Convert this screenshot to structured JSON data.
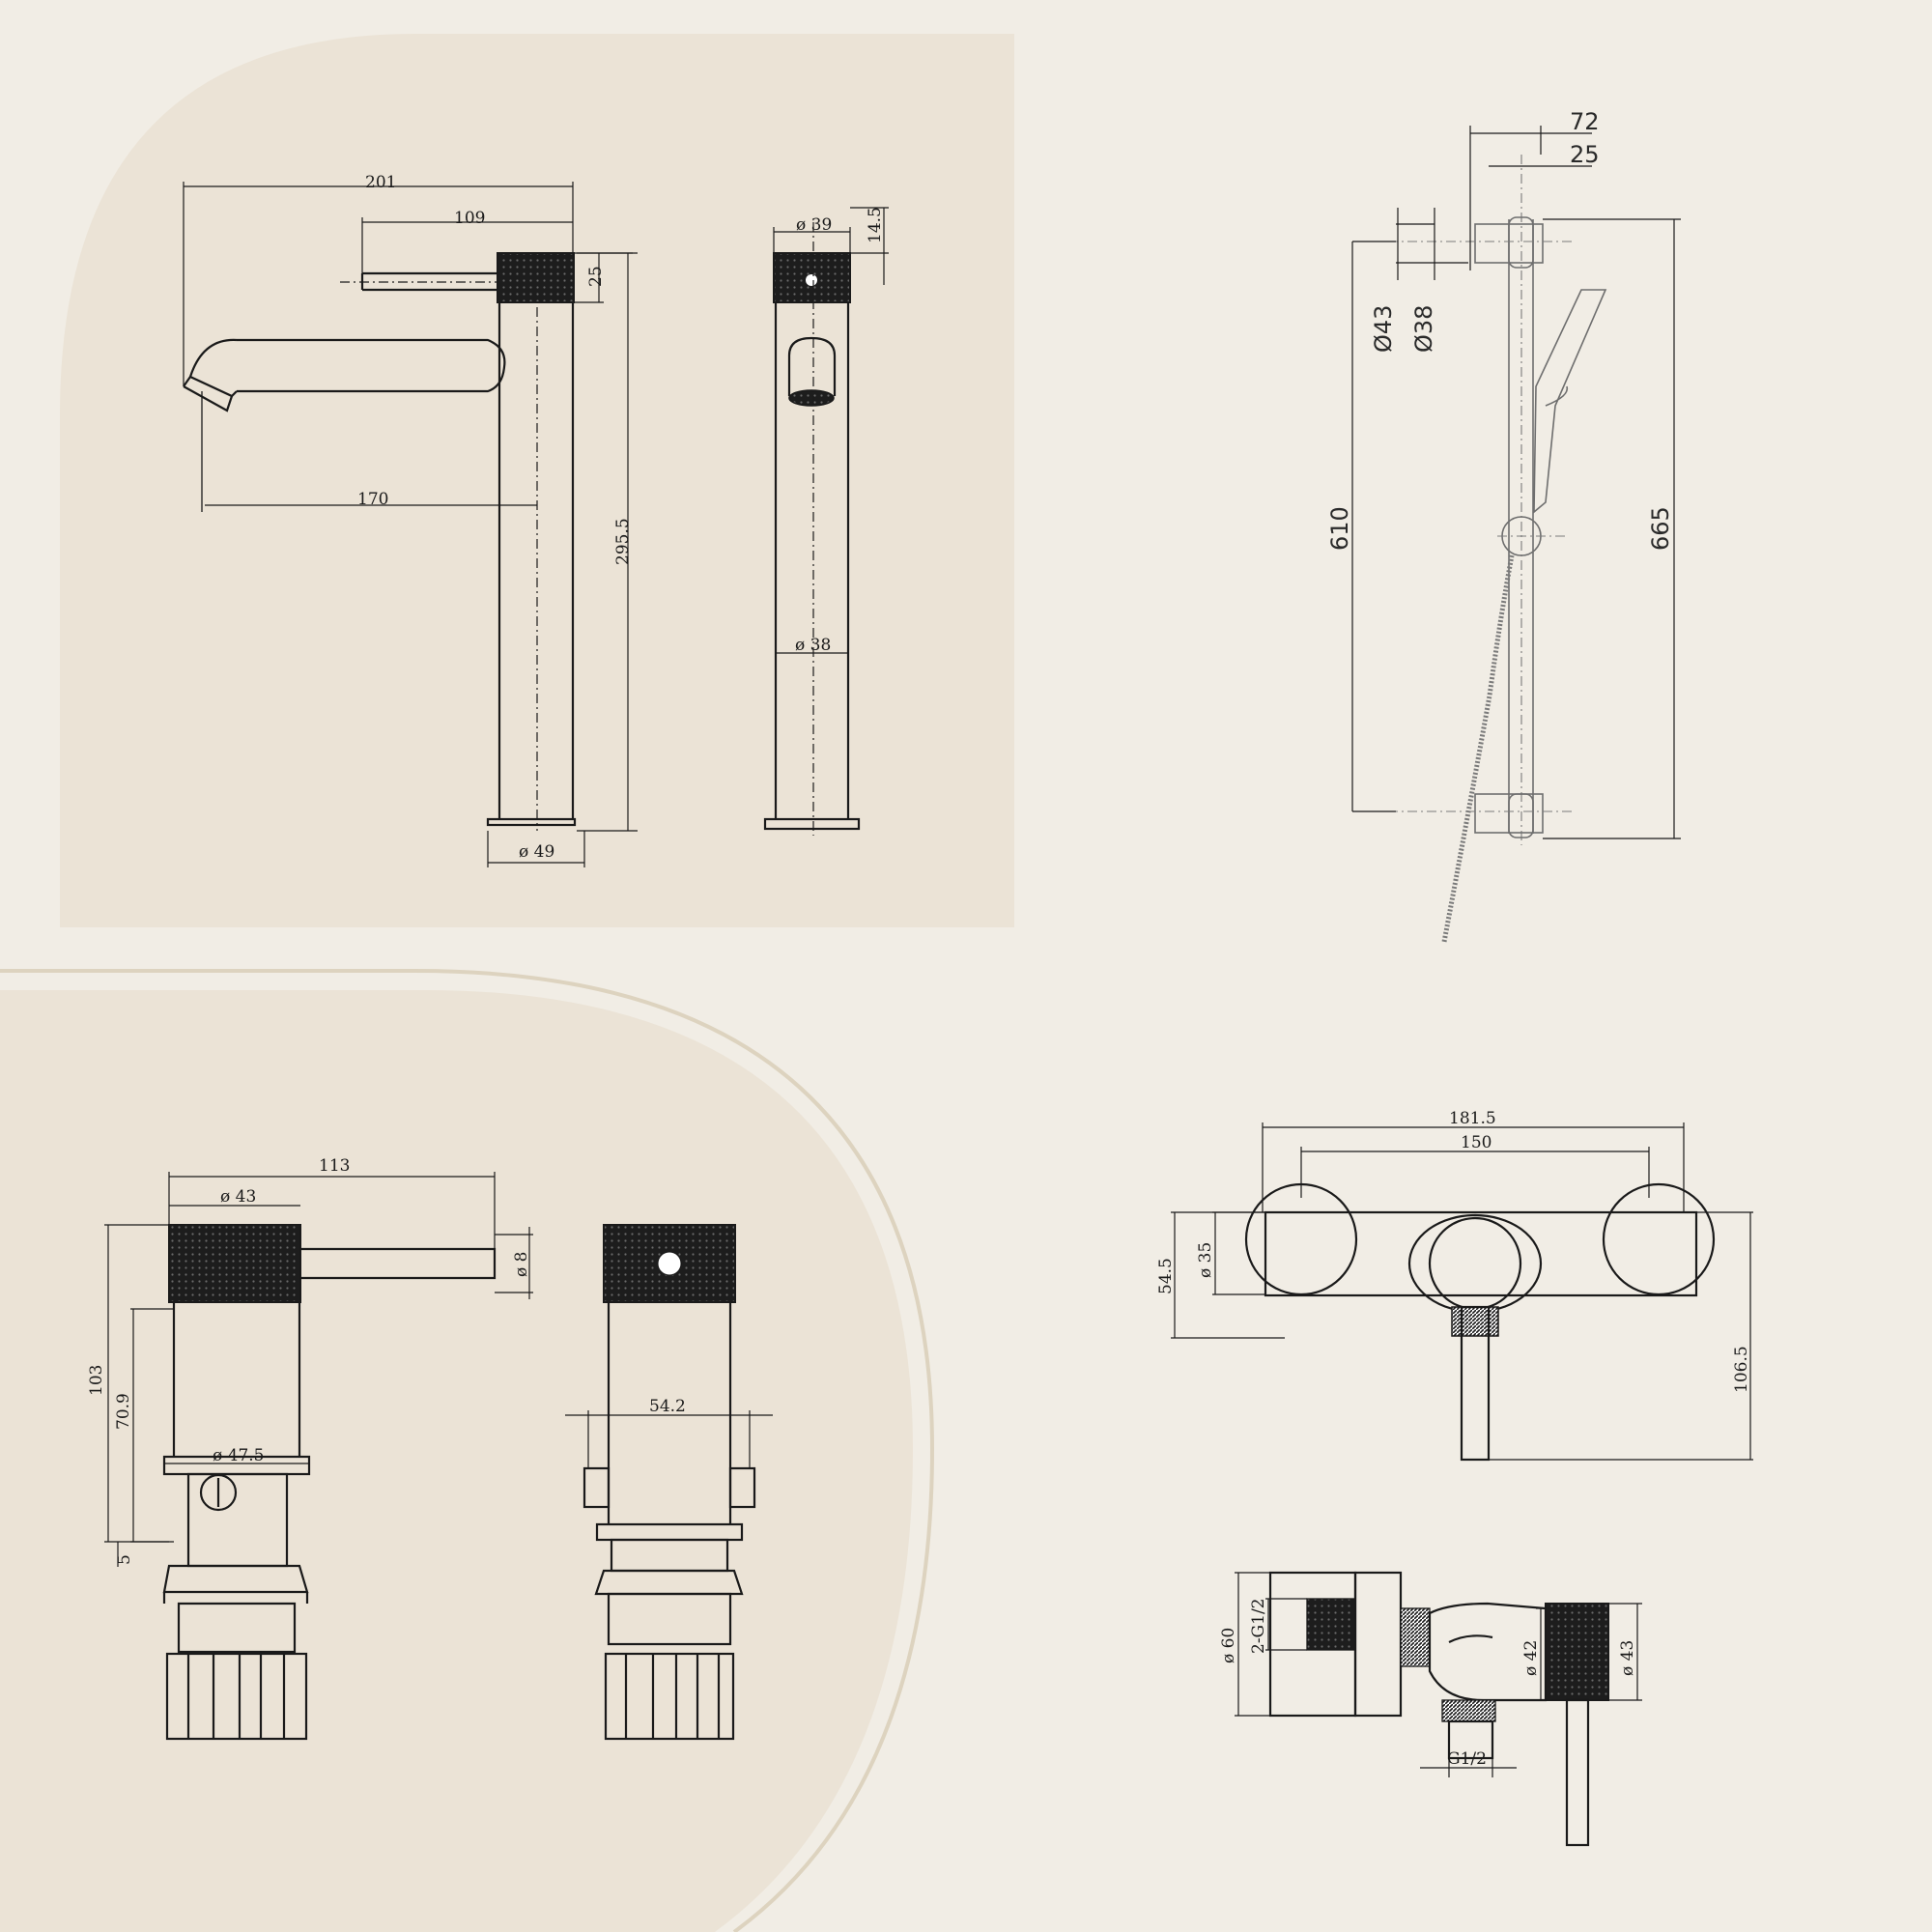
{
  "colors": {
    "background": "#f1ede5",
    "panel": "#ebe3d6",
    "panel_border": "#ddd3bf",
    "line": "#1a1a1a"
  },
  "basin_mixer": {
    "total_length": "201",
    "lever_length": "109",
    "spout_reach": "170",
    "handle_height": "25",
    "total_height": "295.5",
    "base_diameter": "ø 49",
    "handle_diameter": "ø 39",
    "handle_top": "14.5",
    "body_diameter": "ø 38"
  },
  "shower_rail": {
    "bracket_offset": "72",
    "rail_offset": "25",
    "bracket_diameter": "Ø43",
    "rail_diameter": "Ø38",
    "inner_height": "610",
    "total_height": "665"
  },
  "wall_mixer": {
    "length": "113",
    "handle_diameter": "ø 43",
    "lever_diameter": "ø 8",
    "total_height": "103",
    "body_height": "70.9",
    "flange_diameter": "ø 47.5",
    "flange_thickness": "5",
    "width": "54.2"
  },
  "exposed_shower_mixer": {
    "total_width": "181.5",
    "centers": "150",
    "cover_height": "54.5",
    "body_diameter": "ø 35",
    "overall_height": "106.5",
    "flange_diameter": "ø 60",
    "inlet_thread": "2-G1/2",
    "body_depth": "ø 42",
    "handle_diameter": "ø 43",
    "outlet_thread": "G1/2"
  }
}
